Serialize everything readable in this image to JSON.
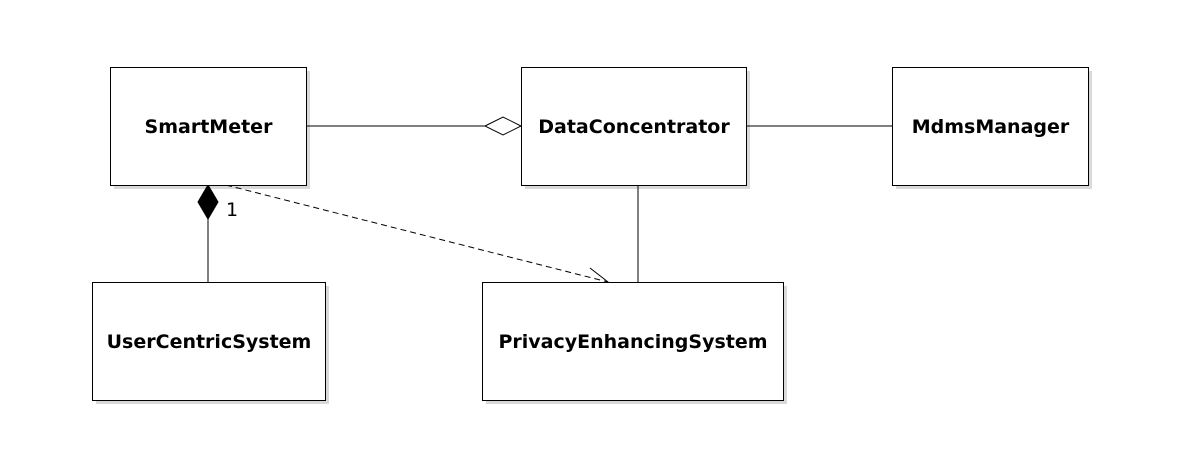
{
  "classes": {
    "smart_meter": "SmartMeter",
    "data_concentrator": "DataConcentrator",
    "mdms_manager": "MdmsManager",
    "user_centric_system": "UserCentricSystem",
    "privacy_enhancing_system": "PrivacyEnhancingSystem"
  },
  "relations": {
    "composition_multiplicity": "1"
  }
}
